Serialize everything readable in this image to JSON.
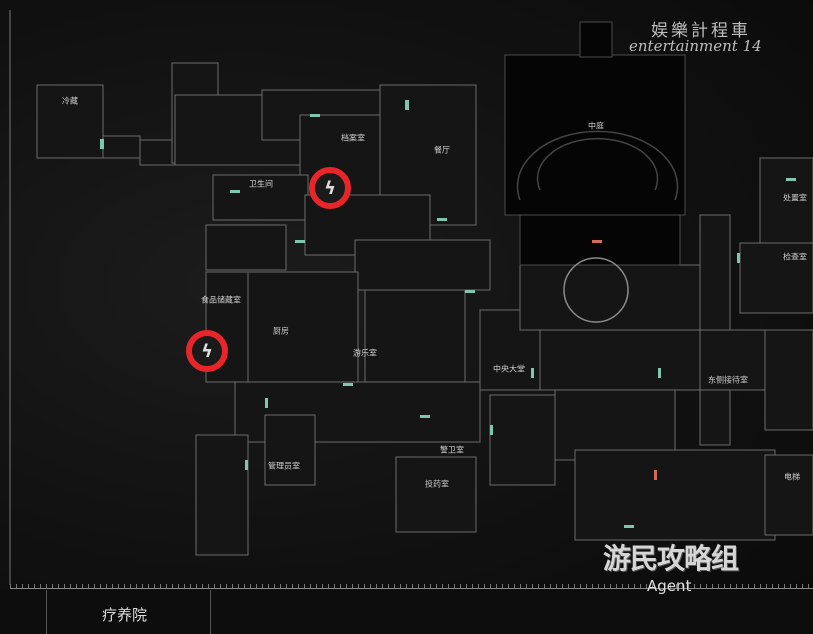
{
  "header": {
    "title_cn": "娱樂計程車",
    "title_en": "entertainment 14"
  },
  "rooms": [
    {
      "id": "cold-storage",
      "label": "冷藏"
    },
    {
      "id": "archive",
      "label": "档案室"
    },
    {
      "id": "dining",
      "label": "餐厅"
    },
    {
      "id": "restroom",
      "label": "卫生间"
    },
    {
      "id": "food-storage",
      "label": "食品储藏室"
    },
    {
      "id": "kitchen",
      "label": "厨房"
    },
    {
      "id": "recreation",
      "label": "游乐室"
    },
    {
      "id": "atrium",
      "label": "中庭"
    },
    {
      "id": "disposal",
      "label": "处置室"
    },
    {
      "id": "examination",
      "label": "检查室"
    },
    {
      "id": "central-lobby",
      "label": "中央大堂"
    },
    {
      "id": "east-reception",
      "label": "东侧接待室"
    },
    {
      "id": "guard",
      "label": "警卫室"
    },
    {
      "id": "dispensary",
      "label": "投药室"
    },
    {
      "id": "admin",
      "label": "管理员室"
    },
    {
      "id": "elevator",
      "label": "电梯"
    }
  ],
  "markers": [
    {
      "icon": "lightning-icon",
      "glyph": "ϟ"
    },
    {
      "icon": "lightning-icon",
      "glyph": "ϟ"
    }
  ],
  "footer": {
    "area_name": "疗养院"
  },
  "watermark": {
    "cn": "游民攻略组",
    "en": "Agent"
  },
  "colors": {
    "marker": "#e8262a",
    "door": "#7fc6b0",
    "locked_door": "#d46a5a"
  }
}
